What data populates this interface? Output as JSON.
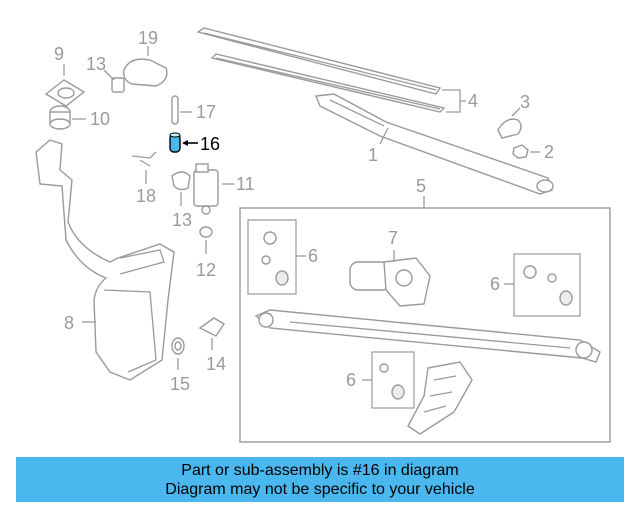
{
  "callouts": {
    "c1": "1",
    "c2": "2",
    "c3": "3",
    "c4": "4",
    "c5": "5",
    "c6a": "6",
    "c6b": "6",
    "c6c": "6",
    "c7": "7",
    "c8": "8",
    "c9": "9",
    "c10": "10",
    "c11": "11",
    "c12": "12",
    "c13a": "13",
    "c13b": "13",
    "c14": "14",
    "c15": "15",
    "c16": "16",
    "c17": "17",
    "c18": "18",
    "c19": "19"
  },
  "highlight": {
    "part_number": "16"
  },
  "caption": {
    "line1": "Part or sub-assembly is #16 in diagram",
    "line2": "Diagram may not be specific to your vehicle",
    "background": "#4ab8ee"
  },
  "colors": {
    "line_art": "#9a9a9a",
    "highlight_part": "#4ab8ee"
  }
}
